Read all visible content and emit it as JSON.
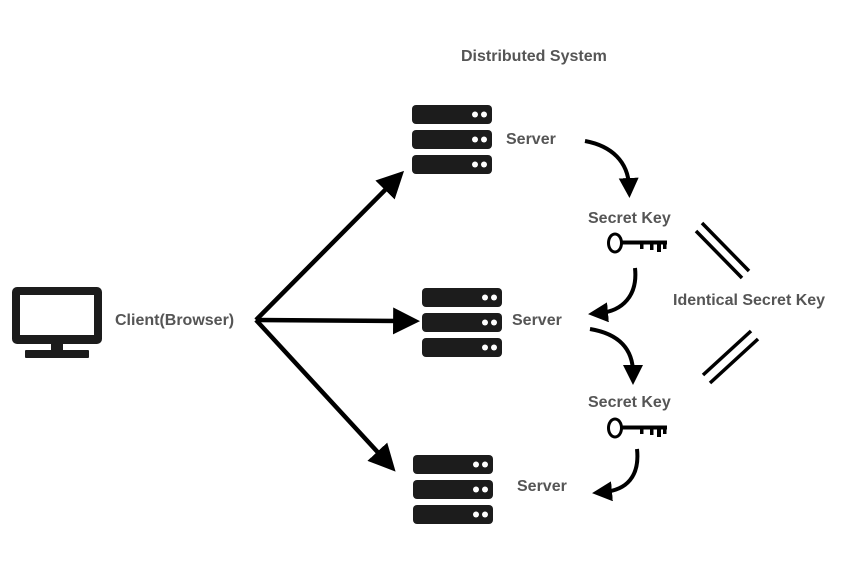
{
  "title": "Distributed System",
  "client": {
    "label": "Client(Browser)",
    "icon": "monitor-icon"
  },
  "servers": [
    {
      "label": "Server",
      "icon": "server-rack-icon"
    },
    {
      "label": "Server",
      "icon": "server-rack-icon"
    },
    {
      "label": "Server",
      "icon": "server-rack-icon"
    }
  ],
  "secret_keys": [
    {
      "label": "Secret Key",
      "icon": "key-icon"
    },
    {
      "label": "Secret Key",
      "icon": "key-icon"
    }
  ],
  "identical_label": "Identical Secret Key",
  "colors": {
    "ink": "#000000",
    "text": "#555555",
    "icon": "#1c1c1c"
  }
}
